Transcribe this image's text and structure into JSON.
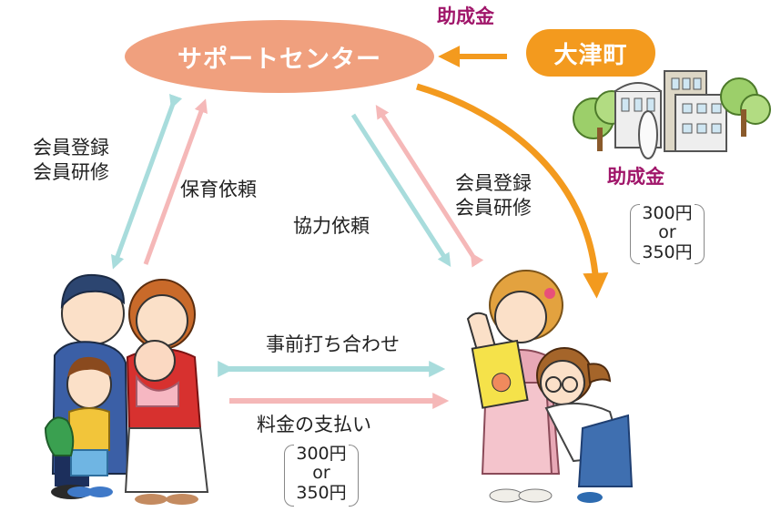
{
  "center": {
    "label": "サポートセンター"
  },
  "town": {
    "label": "大津町"
  },
  "grant": {
    "top_label": "助成金",
    "right_label": "助成金"
  },
  "left_labels": {
    "line1": "会員登録",
    "line2": "会員研修"
  },
  "right_labels": {
    "line1": "会員登録",
    "line2": "会員研修"
  },
  "request": {
    "childcare": "保育依頼",
    "cooperation": "協力依頼"
  },
  "bottom": {
    "meeting": "事前打ち合わせ",
    "payment": "料金の支払い"
  },
  "fee_right": {
    "a": "300円",
    "or": "or",
    "b": "350円"
  },
  "fee_bottom": {
    "a": "300円",
    "or": "or",
    "b": "350円"
  },
  "colors": {
    "hub": "#f0a07e",
    "town": "#f39a1e",
    "grant_text": "#a0166a",
    "arrow_orange": "#f39a1e",
    "arrow_teal": "#a8dcdc",
    "arrow_pink": "#f5b8b8"
  },
  "icons": [
    "family-illustration",
    "supporter-illustration",
    "town-buildings-illustration"
  ]
}
